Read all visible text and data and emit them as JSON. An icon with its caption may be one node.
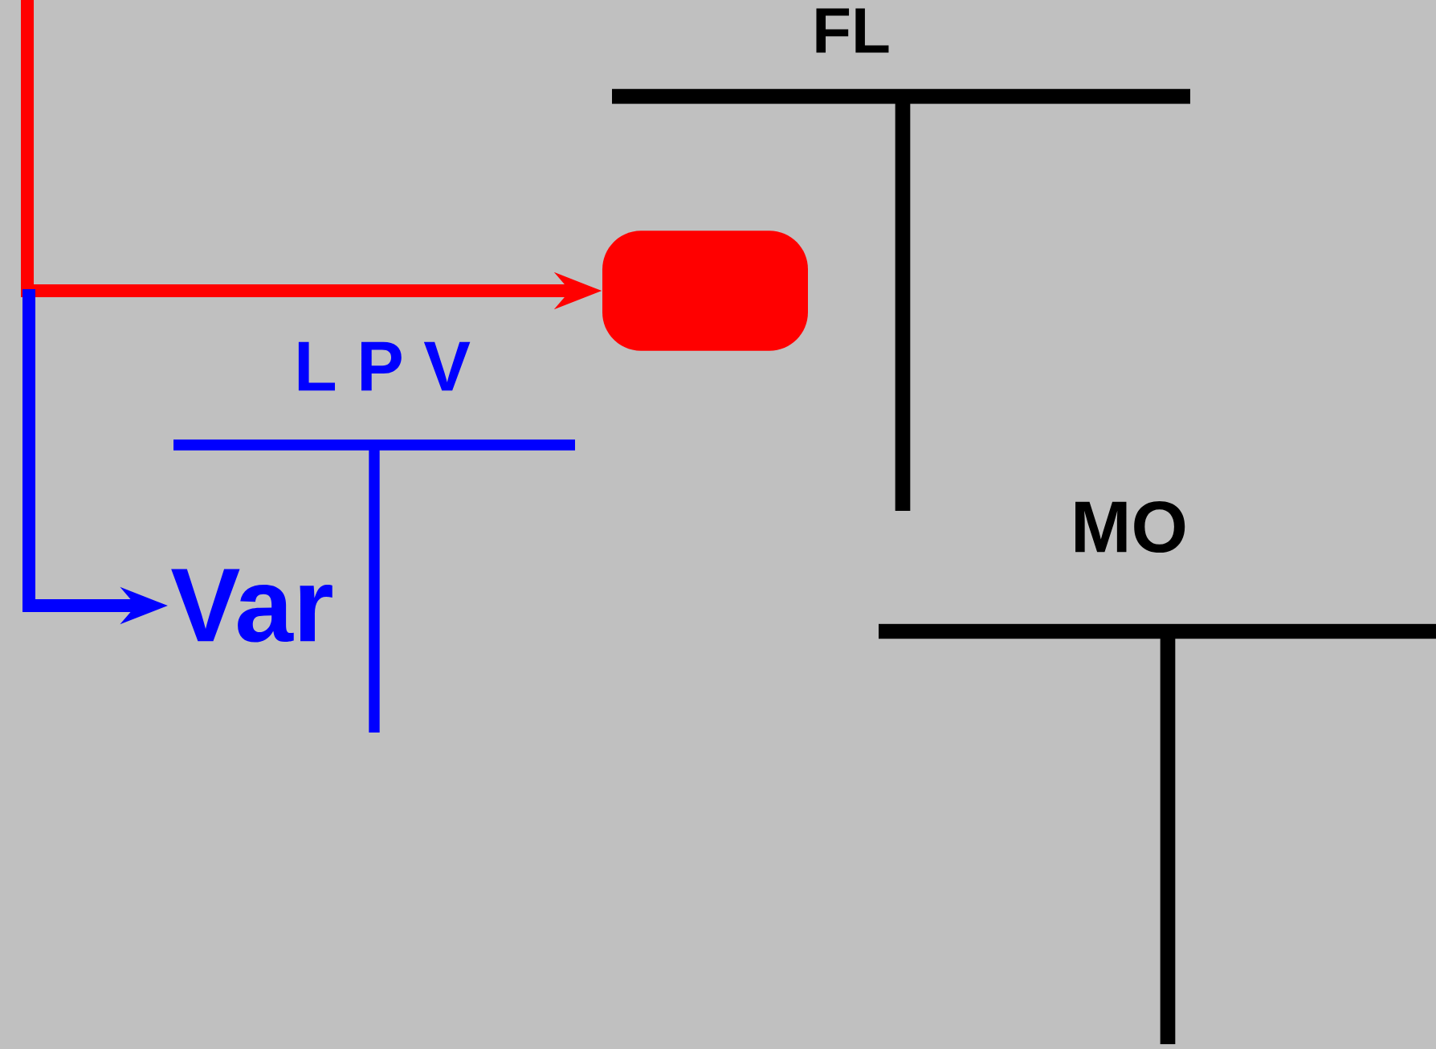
{
  "diagram": {
    "nodes": [
      {
        "text": [
          "Var"
        ]
      },
      {
        "text": [],
        "shape": "box"
      }
    ],
    "edges": [
      {
        "from": null,
        "to": 1,
        "arrow": "to",
        "color": "#ff0000"
      },
      {
        "from": null,
        "to": 0,
        "arrow": "to",
        "color": "#0000ff"
      }
    ],
    "labels": [
      "FL",
      "L P V",
      "MO"
    ]
  }
}
